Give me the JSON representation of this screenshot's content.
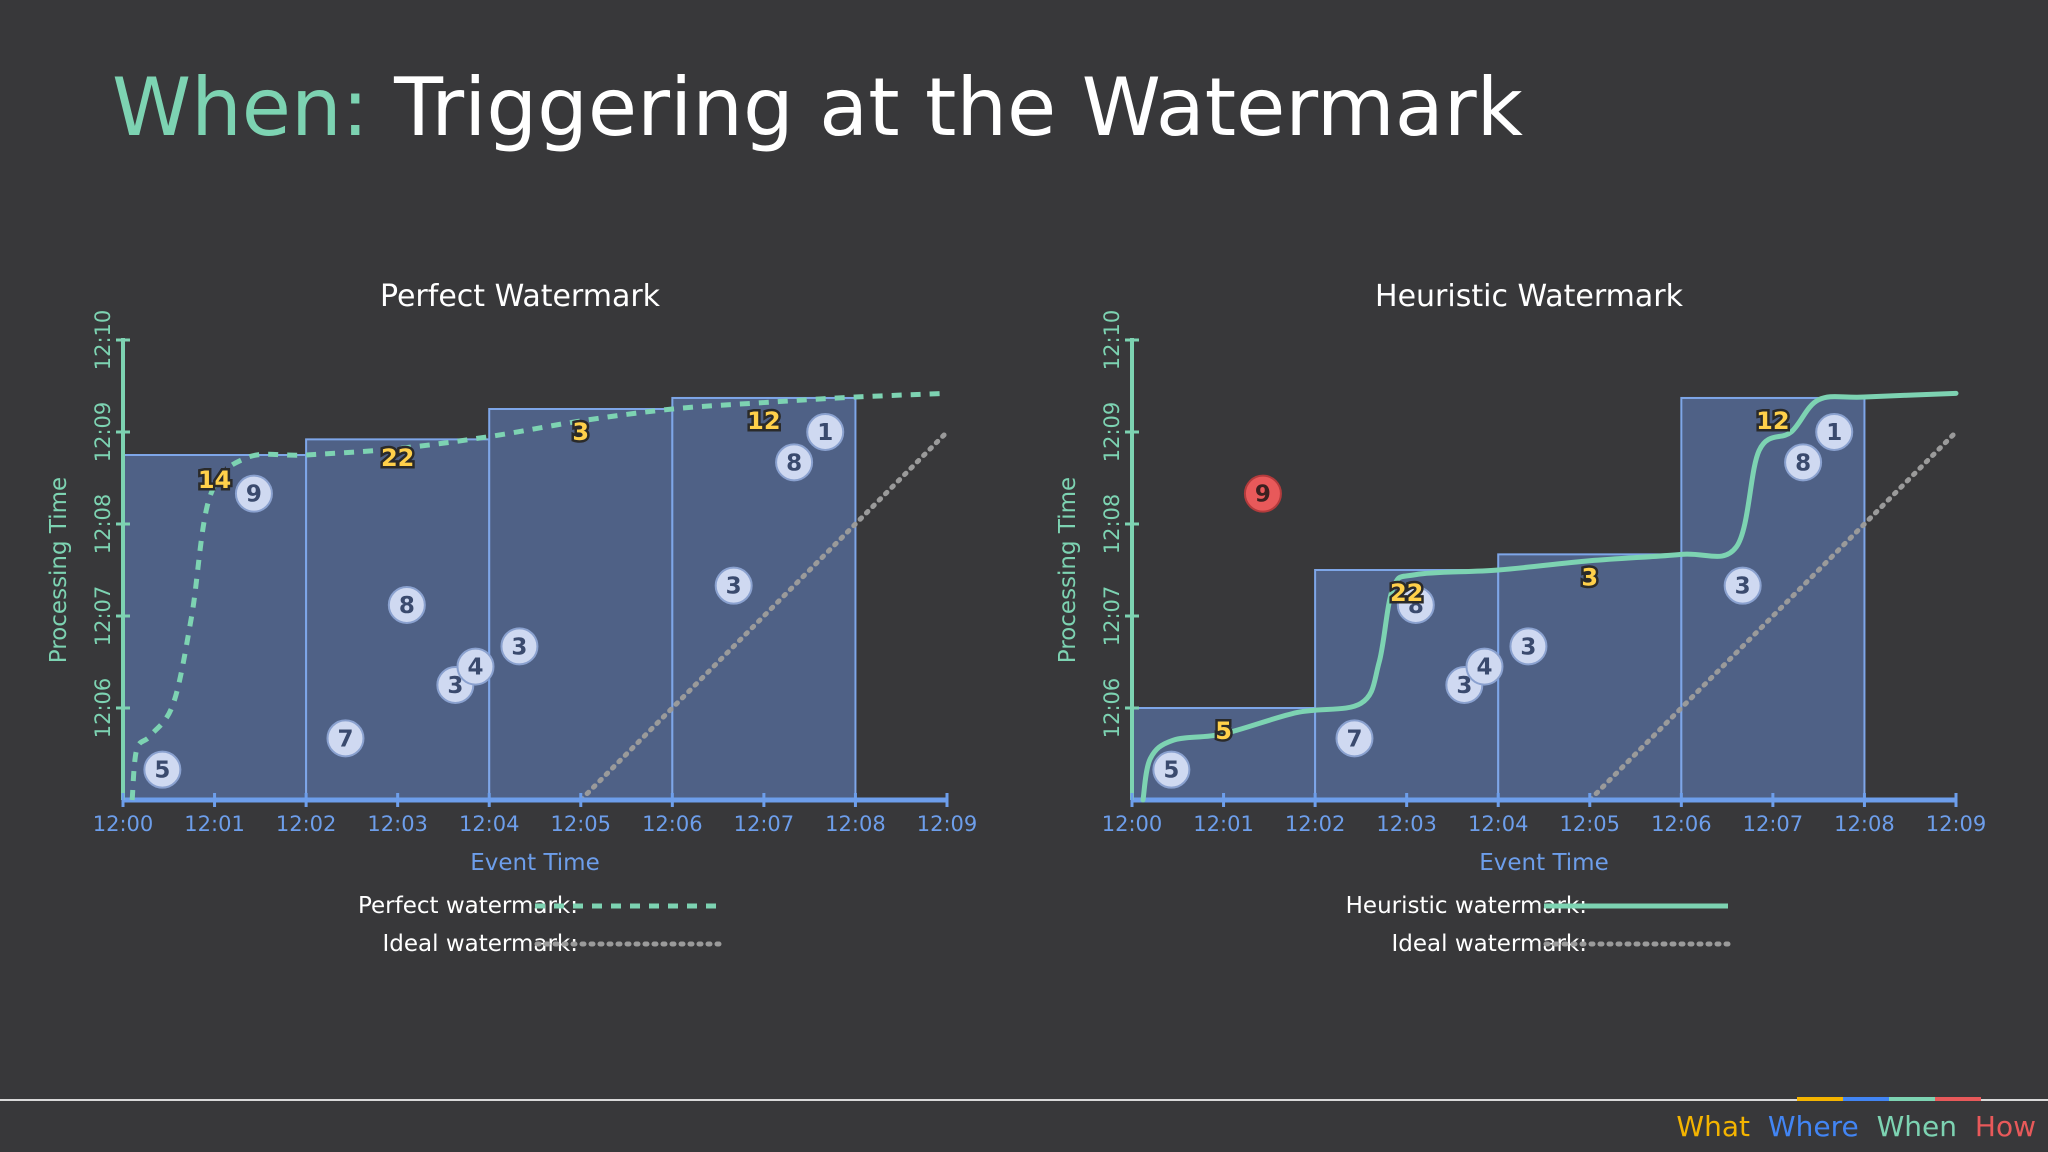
{
  "slide": {
    "title_prefix": "When:",
    "title_main": "Triggering at the Watermark"
  },
  "footer": {
    "items": [
      {
        "label": "What",
        "color": "#f4b400"
      },
      {
        "label": "Where",
        "color": "#4285f4"
      },
      {
        "label": "When",
        "color": "#7dd3b2"
      },
      {
        "label": "How",
        "color": "#e8595a"
      }
    ]
  },
  "colors": {
    "accent_green": "#7dd3b2",
    "axis_blue": "#6d9eeb",
    "pane_fill": "#4f6186",
    "pane_stroke": "#7ea6e8",
    "datum_fill": "#cfd9f1",
    "datum_text": "#3a4a6e",
    "late_fill": "#e8595a",
    "sum_fill": "#ffd04a",
    "ideal_gray": "#9a9a9a"
  },
  "chart_data": [
    {
      "type": "scatter",
      "title": "Perfect Watermark",
      "xlabel": "Event Time",
      "ylabel": "Processing Time",
      "x_ticks": [
        "12:00",
        "12:01",
        "12:02",
        "12:03",
        "12:04",
        "12:05",
        "12:06",
        "12:07",
        "12:08",
        "12:09"
      ],
      "y_ticks": [
        "12:06",
        "12:07",
        "12:08",
        "12:09",
        "12:10"
      ],
      "xlim": [
        0,
        9
      ],
      "ylim": [
        5,
        10
      ],
      "points": [
        {
          "x": 0.43,
          "y": 5.33,
          "label": "5"
        },
        {
          "x": 1.43,
          "y": 8.33,
          "label": "9"
        },
        {
          "x": 2.43,
          "y": 5.67,
          "label": "7"
        },
        {
          "x": 3.1,
          "y": 7.12,
          "label": "8"
        },
        {
          "x": 3.63,
          "y": 6.25,
          "label": "3"
        },
        {
          "x": 3.85,
          "y": 6.45,
          "label": "4"
        },
        {
          "x": 4.33,
          "y": 6.67,
          "label": "3"
        },
        {
          "x": 6.67,
          "y": 7.33,
          "label": "3"
        },
        {
          "x": 7.33,
          "y": 8.67,
          "label": "8"
        },
        {
          "x": 7.67,
          "y": 9.0,
          "label": "1"
        }
      ],
      "late_points": [],
      "panes": [
        {
          "x0": 0,
          "x1": 2,
          "top": 8.75,
          "sum": "14",
          "sum_x": 1.0,
          "sum_y": 8.48
        },
        {
          "x0": 2,
          "x1": 4,
          "top": 8.92,
          "sum": "22",
          "sum_x": 3.0,
          "sum_y": 8.72
        },
        {
          "x0": 4,
          "x1": 6,
          "top": 9.25,
          "sum": "3",
          "sum_x": 5.0,
          "sum_y": 9.0
        },
        {
          "x0": 6,
          "x1": 8,
          "top": 9.37,
          "sum": "12",
          "sum_x": 7.0,
          "sum_y": 9.12
        }
      ],
      "watermark": {
        "label": "Perfect watermark:",
        "style": "dashed",
        "points": [
          [
            0.1,
            5.0
          ],
          [
            0.15,
            5.55
          ],
          [
            0.3,
            5.7
          ],
          [
            0.55,
            6.05
          ],
          [
            0.75,
            7.0
          ],
          [
            0.95,
            8.3
          ],
          [
            1.35,
            8.72
          ],
          [
            2.0,
            8.75
          ],
          [
            3.0,
            8.82
          ],
          [
            4.0,
            8.95
          ],
          [
            5.0,
            9.12
          ],
          [
            6.0,
            9.25
          ],
          [
            7.0,
            9.32
          ],
          [
            8.0,
            9.38
          ],
          [
            9.0,
            9.42
          ]
        ]
      },
      "ideal": {
        "label": "Ideal watermark:",
        "style": "dotted",
        "from": [
          5.0,
          5.0
        ],
        "to": [
          9.0,
          9.0
        ]
      }
    },
    {
      "type": "scatter",
      "title": "Heuristic Watermark",
      "xlabel": "Event Time",
      "ylabel": "Processing Time",
      "x_ticks": [
        "12:00",
        "12:01",
        "12:02",
        "12:03",
        "12:04",
        "12:05",
        "12:06",
        "12:07",
        "12:08",
        "12:09"
      ],
      "y_ticks": [
        "12:06",
        "12:07",
        "12:08",
        "12:09",
        "12:10"
      ],
      "xlim": [
        0,
        9
      ],
      "ylim": [
        5,
        10
      ],
      "points": [
        {
          "x": 0.43,
          "y": 5.33,
          "label": "5"
        },
        {
          "x": 2.43,
          "y": 5.67,
          "label": "7"
        },
        {
          "x": 3.1,
          "y": 7.12,
          "label": "8"
        },
        {
          "x": 3.63,
          "y": 6.25,
          "label": "3"
        },
        {
          "x": 3.85,
          "y": 6.45,
          "label": "4"
        },
        {
          "x": 4.33,
          "y": 6.67,
          "label": "3"
        },
        {
          "x": 6.67,
          "y": 7.33,
          "label": "3"
        },
        {
          "x": 7.33,
          "y": 8.67,
          "label": "8"
        },
        {
          "x": 7.67,
          "y": 9.0,
          "label": "1"
        }
      ],
      "late_points": [
        {
          "x": 1.43,
          "y": 8.33,
          "label": "9"
        }
      ],
      "panes": [
        {
          "x0": 0,
          "x1": 2,
          "top": 6.0,
          "sum": "5",
          "sum_x": 1.0,
          "sum_y": 5.75
        },
        {
          "x0": 2,
          "x1": 4,
          "top": 7.5,
          "sum": "22",
          "sum_x": 3.0,
          "sum_y": 7.25
        },
        {
          "x0": 4,
          "x1": 6,
          "top": 7.67,
          "sum": "3",
          "sum_x": 5.0,
          "sum_y": 7.42
        },
        {
          "x0": 6,
          "x1": 8,
          "top": 9.37,
          "sum": "12",
          "sum_x": 7.0,
          "sum_y": 9.12
        }
      ],
      "watermark": {
        "label": "Heuristic watermark:",
        "style": "solid",
        "points": [
          [
            0.12,
            5.0
          ],
          [
            0.2,
            5.45
          ],
          [
            0.45,
            5.65
          ],
          [
            1.0,
            5.72
          ],
          [
            1.8,
            5.95
          ],
          [
            2.5,
            6.05
          ],
          [
            2.7,
            6.5
          ],
          [
            2.85,
            7.3
          ],
          [
            3.1,
            7.45
          ],
          [
            4.0,
            7.5
          ],
          [
            5.0,
            7.6
          ],
          [
            6.0,
            7.67
          ],
          [
            6.6,
            7.75
          ],
          [
            6.85,
            8.8
          ],
          [
            7.2,
            9.0
          ],
          [
            7.5,
            9.35
          ],
          [
            8.0,
            9.38
          ],
          [
            9.0,
            9.42
          ]
        ]
      },
      "ideal": {
        "label": "Ideal watermark:",
        "style": "dotted",
        "from": [
          5.0,
          5.0
        ],
        "to": [
          9.0,
          9.0
        ]
      }
    }
  ]
}
